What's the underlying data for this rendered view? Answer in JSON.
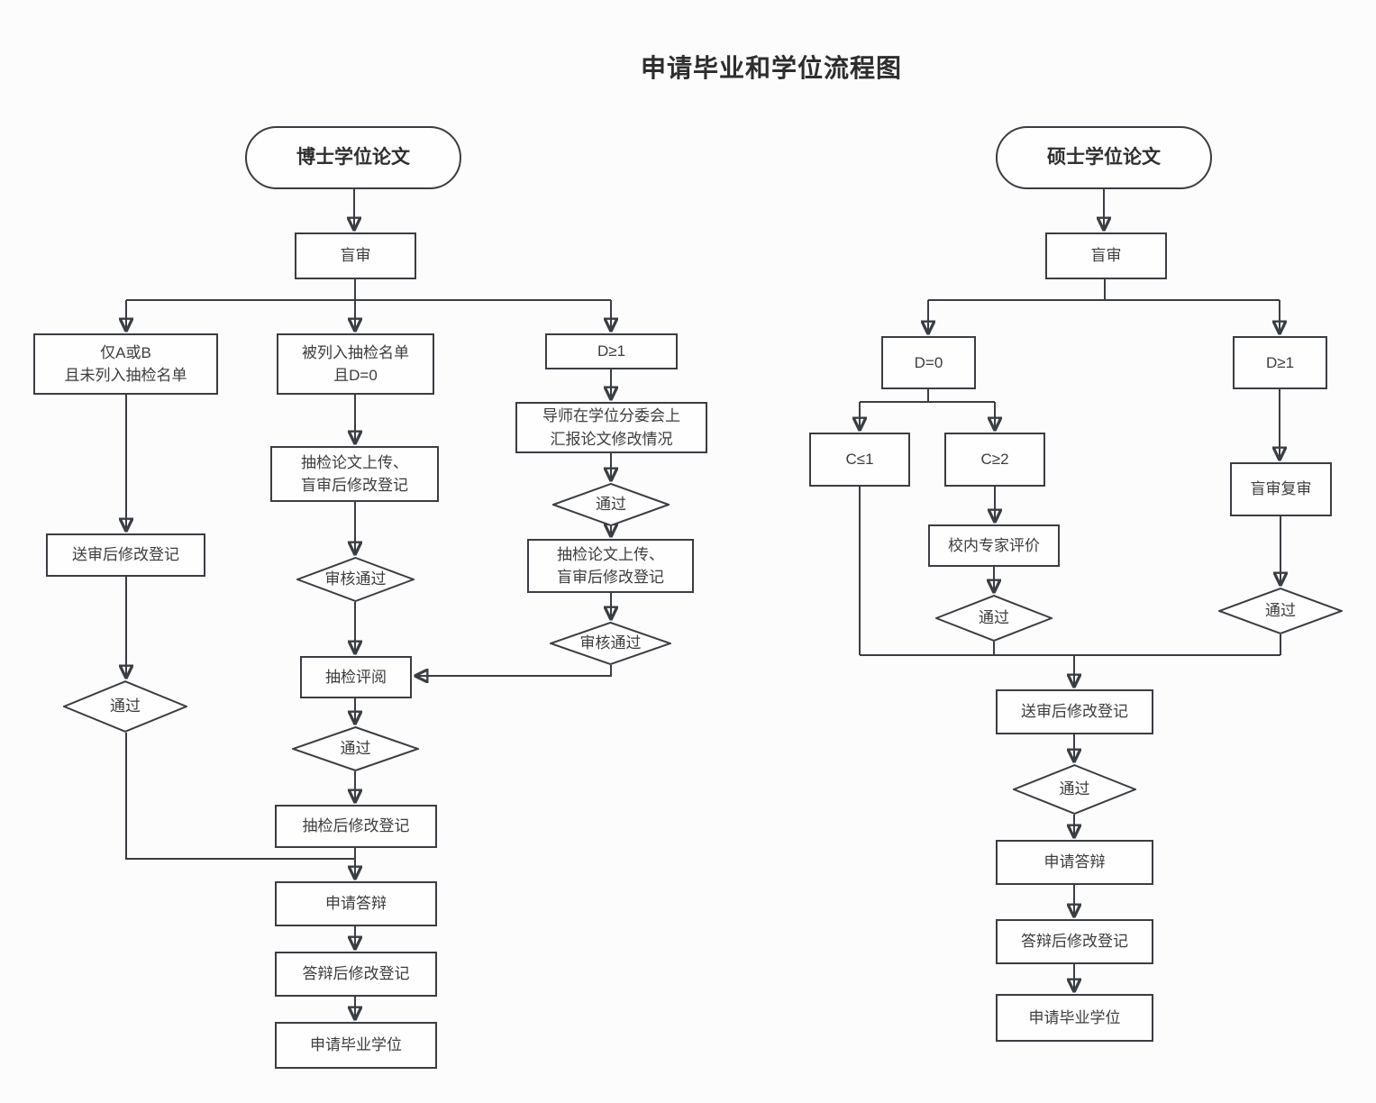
{
  "title": "申请毕业和学位流程图",
  "colors": {
    "line": "#3a3d42",
    "node_bg": "#fefefe",
    "page_bg": "#fcfcfc",
    "text": "#3d3d3d"
  },
  "doctor": {
    "start": "博士学位论文",
    "blind_review": "盲审",
    "only_ab": "仅A或B\n且未列入抽检名单",
    "listed_d0": "被列入抽检名单\n且D=0",
    "d_ge_1": "D≥1",
    "mentor_report": "导师在学位分委会上\n汇报论文修改情况",
    "pass_mentor": "通过",
    "upload_after_blind_right": "抽检论文上传、\n盲审后修改登记",
    "audit_pass_right": "审核通过",
    "submit_revision": "送审后修改登记",
    "pass_left": "通过",
    "upload_after_blind": "抽检论文上传、\n盲审后修改登记",
    "audit_pass": "审核通过",
    "spot_review": "抽检评阅",
    "pass_spot": "通过",
    "revision_after_spot": "抽检后修改登记",
    "apply_defense": "申请答辩",
    "revision_after_defense": "答辩后修改登记",
    "apply_degree": "申请毕业学位"
  },
  "master": {
    "start": "硕士学位论文",
    "blind_review": "盲审",
    "d_eq_0": "D=0",
    "d_ge_1": "D≥1",
    "c_le_1": "C≤1",
    "c_ge_2": "C≥2",
    "expert_eval": "校内专家评价",
    "pass_expert": "通过",
    "blind_recheck": "盲审复审",
    "pass_recheck": "通过",
    "submit_revision": "送审后修改登记",
    "pass_submit": "通过",
    "apply_defense": "申请答辩",
    "revision_after_defense": "答辩后修改登记",
    "apply_degree": "申请毕业学位"
  }
}
